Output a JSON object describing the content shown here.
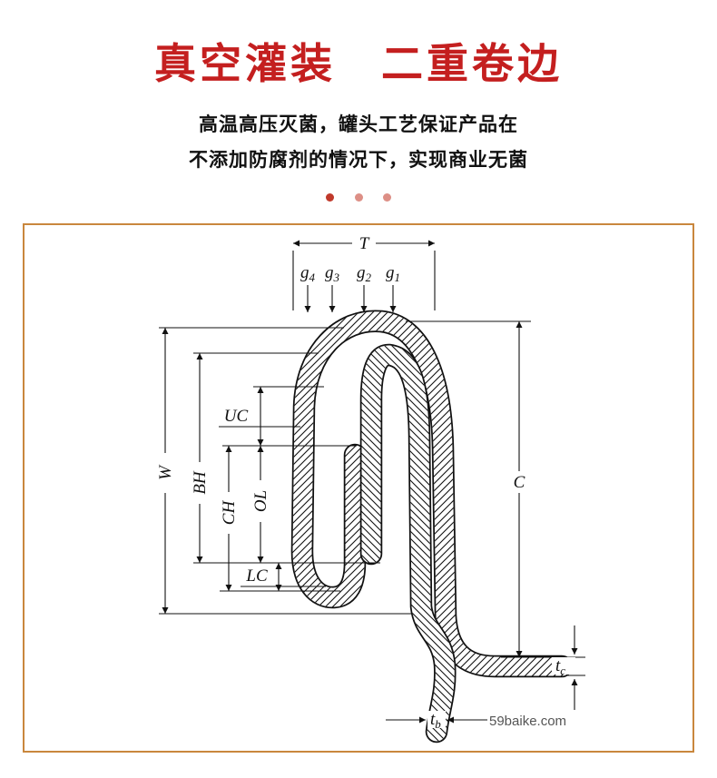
{
  "header": {
    "title": "真空灌装　二重卷边",
    "title_style": "color:#c41f1f",
    "title_color": "#c41f1f",
    "subtitle1": "高温高压灭菌，罐头工艺保证产品在",
    "subtitle2": "不添加防腐剂的情况下，实现商业无菌",
    "dot_colors": [
      "#c0392b",
      "#dd8f86",
      "#dd8f86"
    ],
    "dot_styles": [
      "background:#c0392b",
      "background:#dd8f86",
      "background:#dd8f86"
    ]
  },
  "diagram": {
    "border_color": "#c9873d",
    "box_style": "border-color:#c9873d",
    "watermark": "59baike.com",
    "description": "double-seam cross-section with dimension labels",
    "labels": {
      "T": "T",
      "g": "g",
      "g_subs": [
        "4",
        "3",
        "2",
        "1"
      ],
      "UC": "UC",
      "W": "W",
      "BH": "BH",
      "CH": "CH",
      "OL": "OL",
      "LC": "LC",
      "C": "C",
      "t": "t",
      "tc_sub": "c",
      "tb_sub": "b"
    }
  }
}
